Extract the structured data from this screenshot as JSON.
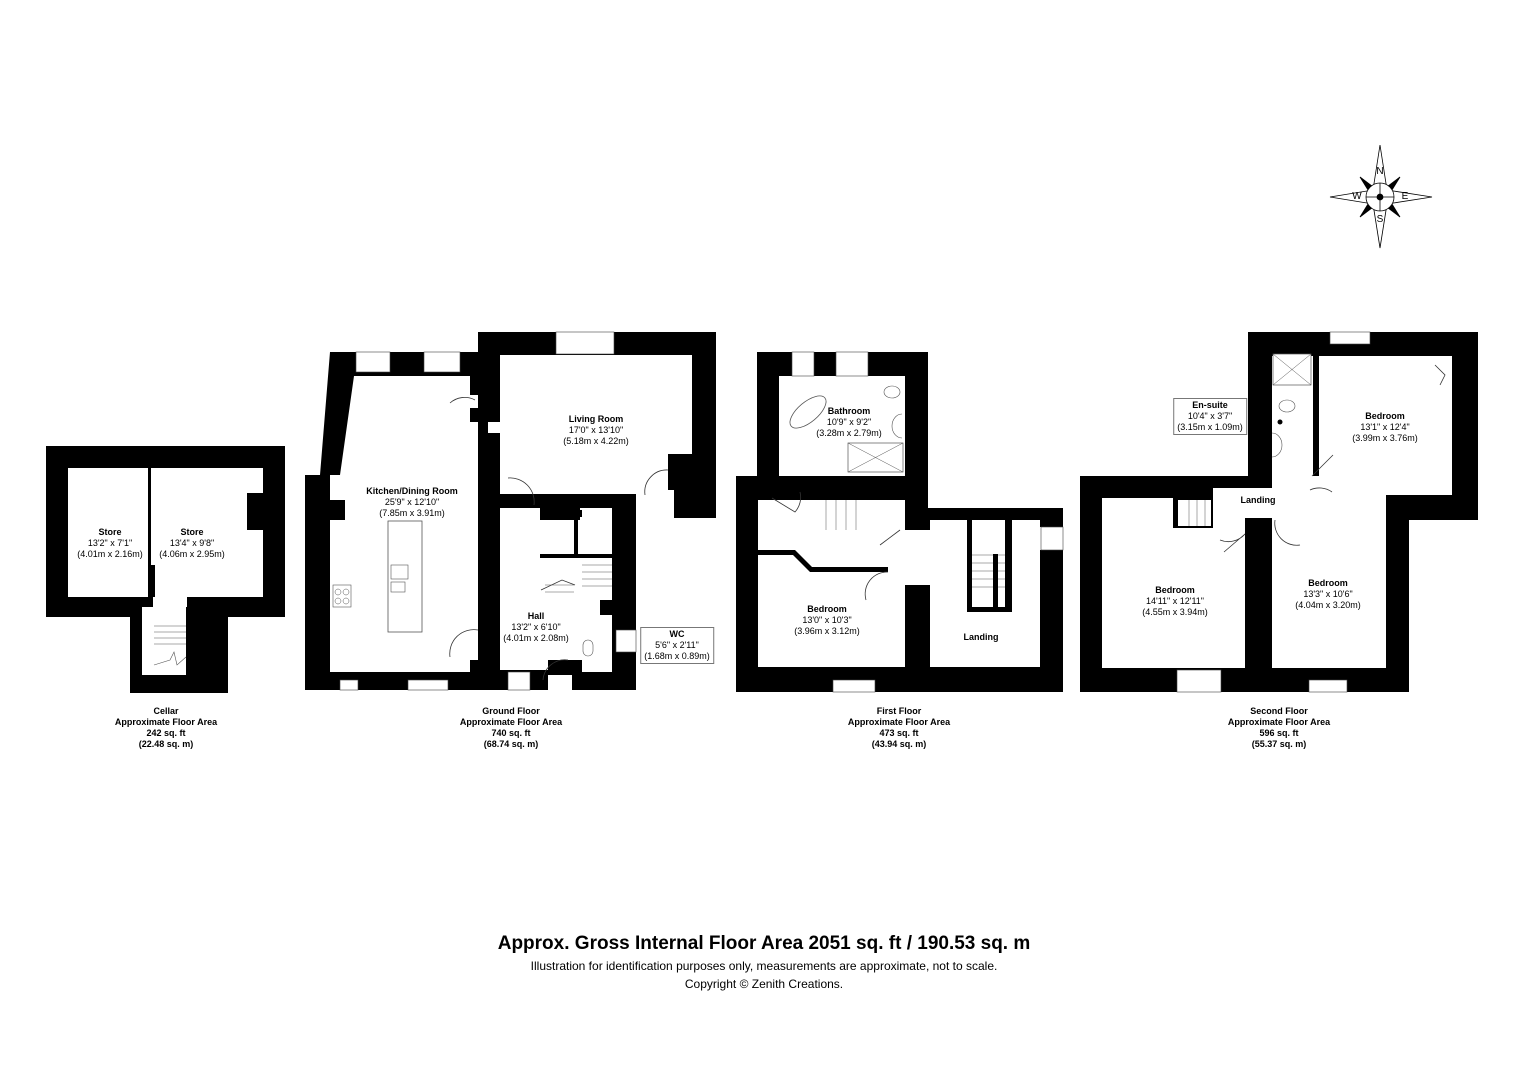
{
  "compass": {
    "n": "N",
    "s": "S",
    "e": "E",
    "w": "W"
  },
  "floors": [
    {
      "id": "cellar",
      "caption": {
        "name": "Cellar",
        "area_label": "Approximate Floor Area",
        "sqft": "242 sq. ft",
        "sqm": "(22.48 sq. m)"
      },
      "rooms": [
        {
          "name": "Store",
          "imperial": "13'2\" x 7'1\"",
          "metric": "(4.01m x 2.16m)"
        },
        {
          "name": "Store",
          "imperial": "13'4\" x 9'8\"",
          "metric": "(4.06m x 2.95m)"
        }
      ]
    },
    {
      "id": "ground",
      "caption": {
        "name": "Ground Floor",
        "area_label": "Approximate Floor Area",
        "sqft": "740 sq. ft",
        "sqm": "(68.74 sq. m)"
      },
      "rooms": [
        {
          "name": "Kitchen/Dining Room",
          "imperial": "25'9\" x 12'10\"",
          "metric": "(7.85m x 3.91m)"
        },
        {
          "name": "Living Room",
          "imperial": "17'0\" x 13'10\"",
          "metric": "(5.18m x 4.22m)"
        },
        {
          "name": "Hall",
          "imperial": "13'2\" x 6'10\"",
          "metric": "(4.01m x 2.08m)"
        },
        {
          "name": "WC",
          "imperial": "5'6\" x 2'11\"",
          "metric": "(1.68m x 0.89m)"
        }
      ]
    },
    {
      "id": "first",
      "caption": {
        "name": "First Floor",
        "area_label": "Approximate Floor Area",
        "sqft": "473 sq. ft",
        "sqm": "(43.94 sq. m)"
      },
      "rooms": [
        {
          "name": "Bathroom",
          "imperial": "10'9\" x 9'2\"",
          "metric": "(3.28m x 2.79m)"
        },
        {
          "name": "Bedroom",
          "imperial": "13'0\" x 10'3\"",
          "metric": "(3.96m x 3.12m)"
        },
        {
          "name": "Landing",
          "imperial": "",
          "metric": ""
        }
      ]
    },
    {
      "id": "second",
      "caption": {
        "name": "Second Floor",
        "area_label": "Approximate Floor Area",
        "sqft": "596 sq. ft",
        "sqm": "(55.37 sq. m)"
      },
      "rooms": [
        {
          "name": "En-suite",
          "imperial": "10'4\" x 3'7\"",
          "metric": "(3.15m x 1.09m)"
        },
        {
          "name": "Bedroom",
          "imperial": "13'1\" x 12'4\"",
          "metric": "(3.99m x 3.76m)"
        },
        {
          "name": "Landing",
          "imperial": "",
          "metric": ""
        },
        {
          "name": "Bedroom",
          "imperial": "14'11\" x 12'11\"",
          "metric": "(4.55m x 3.94m)"
        },
        {
          "name": "Bedroom",
          "imperial": "13'3\" x 10'6\"",
          "metric": "(4.04m x 3.20m)"
        }
      ]
    }
  ],
  "footer": {
    "title": "Approx. Gross Internal Floor Area 2051 sq. ft / 190.53 sq. m",
    "note": "Illustration for identification purposes only, measurements are approximate, not to scale.",
    "copyright": "Copyright © Zenith Creations."
  },
  "colors": {
    "wall": "#000000",
    "background": "#ffffff",
    "window": "#ffffff",
    "fixture_stroke": "#555555"
  }
}
